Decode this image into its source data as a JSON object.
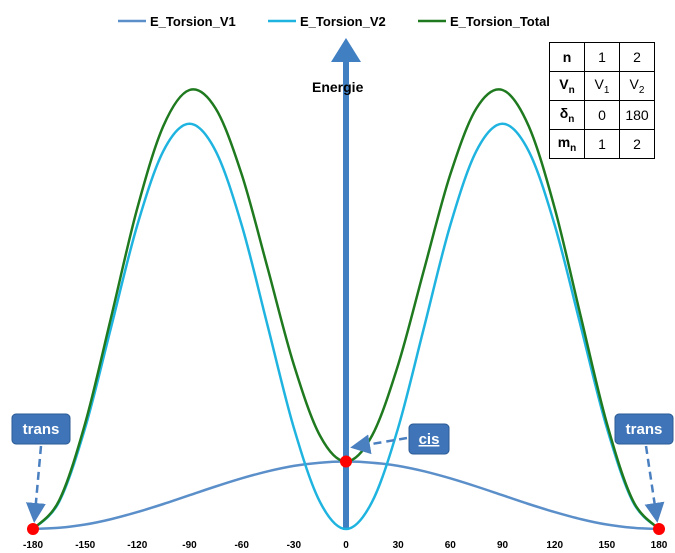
{
  "chart_data": {
    "type": "line",
    "xlabel": "",
    "ylabel": "Energie",
    "xlim": [
      -180,
      180
    ],
    "ylim": [
      0,
      2.1
    ],
    "x_ticks": [
      -180,
      -150,
      -120,
      -90,
      -60,
      -30,
      0,
      30,
      60,
      90,
      120,
      150,
      180
    ],
    "x_tick_labels": [
      "-180",
      "-150",
      "-120",
      "-90",
      "-60",
      "-30",
      "0",
      "30",
      "60",
      "90",
      "120",
      "150",
      "180"
    ],
    "legend_position": "top",
    "grid": false,
    "series": [
      {
        "name": "E_Torsion_V1",
        "color": "#5b8fc9",
        "x": [
          -180,
          -165,
          -150,
          -135,
          -120,
          -105,
          -90,
          -75,
          -60,
          -45,
          -30,
          -15,
          0,
          15,
          30,
          45,
          60,
          75,
          90,
          105,
          120,
          135,
          150,
          165,
          180
        ],
        "values": [
          0,
          0.009,
          0.033,
          0.073,
          0.125,
          0.185,
          0.25,
          0.315,
          0.375,
          0.427,
          0.467,
          0.491,
          0.5,
          0.491,
          0.467,
          0.427,
          0.375,
          0.315,
          0.25,
          0.185,
          0.125,
          0.073,
          0.033,
          0.009,
          0
        ]
      },
      {
        "name": "E_Torsion_V2",
        "color": "#1fb4e0",
        "x": [
          -180,
          -165,
          -150,
          -135,
          -120,
          -105,
          -90,
          -75,
          -60,
          -45,
          -30,
          -15,
          0,
          15,
          30,
          45,
          60,
          75,
          90,
          105,
          120,
          135,
          150,
          165,
          180
        ],
        "values": [
          0,
          0.201,
          0.75,
          1.5,
          2.25,
          2.799,
          3,
          2.799,
          2.25,
          1.5,
          0.75,
          0.201,
          0,
          0.201,
          0.75,
          1.5,
          2.25,
          2.799,
          3,
          2.799,
          2.25,
          1.5,
          0.75,
          0.201,
          0
        ]
      },
      {
        "name": "E_Torsion_Total",
        "color": "#1f7a1f",
        "x": [
          -180,
          -165,
          -150,
          -135,
          -120,
          -105,
          -90,
          -75,
          -60,
          -45,
          -30,
          -15,
          0,
          15,
          30,
          45,
          60,
          75,
          90,
          105,
          120,
          135,
          150,
          165,
          180
        ],
        "values": [
          0,
          0.21,
          0.783,
          1.573,
          2.375,
          2.984,
          3.25,
          3.114,
          2.625,
          1.927,
          1.217,
          0.692,
          0.5,
          0.692,
          1.217,
          1.927,
          2.625,
          3.114,
          3.25,
          2.984,
          2.375,
          1.573,
          0.783,
          0.21,
          0
        ]
      }
    ],
    "points": [
      {
        "x": -180,
        "y": 0,
        "color": "#ff0000"
      },
      {
        "x": 0,
        "y": 0.5,
        "color": "#ff0000"
      },
      {
        "x": 180,
        "y": 0,
        "color": "#ff0000"
      }
    ],
    "annotations": [
      {
        "id": "trans-left",
        "text": "trans",
        "points_to_x": -180,
        "points_to_y": 0
      },
      {
        "id": "cis",
        "text": "cis",
        "points_to_x": 0,
        "points_to_y": 0.5
      },
      {
        "id": "trans-right",
        "text": "trans",
        "points_to_x": 180,
        "points_to_y": 0
      }
    ],
    "table": {
      "rows": [
        {
          "head": "n",
          "head_sub": "",
          "c1": "1",
          "c1_sub": "",
          "c2": "2",
          "c2_sub": ""
        },
        {
          "head": "V",
          "head_sub": "n",
          "c1": "V",
          "c1_sub": "1",
          "c2": "V",
          "c2_sub": "2"
        },
        {
          "head": "δ",
          "head_sub": "n",
          "c1": "0",
          "c1_sub": "",
          "c2": "180",
          "c2_sub": ""
        },
        {
          "head": "m",
          "head_sub": "n",
          "c1": "1",
          "c1_sub": "",
          "c2": "2",
          "c2_sub": ""
        }
      ]
    },
    "colors": {
      "axis": "#3f7fc2",
      "callout_fill": "#3f75b8",
      "callout_stroke": "#2a5a94",
      "arrow": "#4a7fc0"
    }
  }
}
